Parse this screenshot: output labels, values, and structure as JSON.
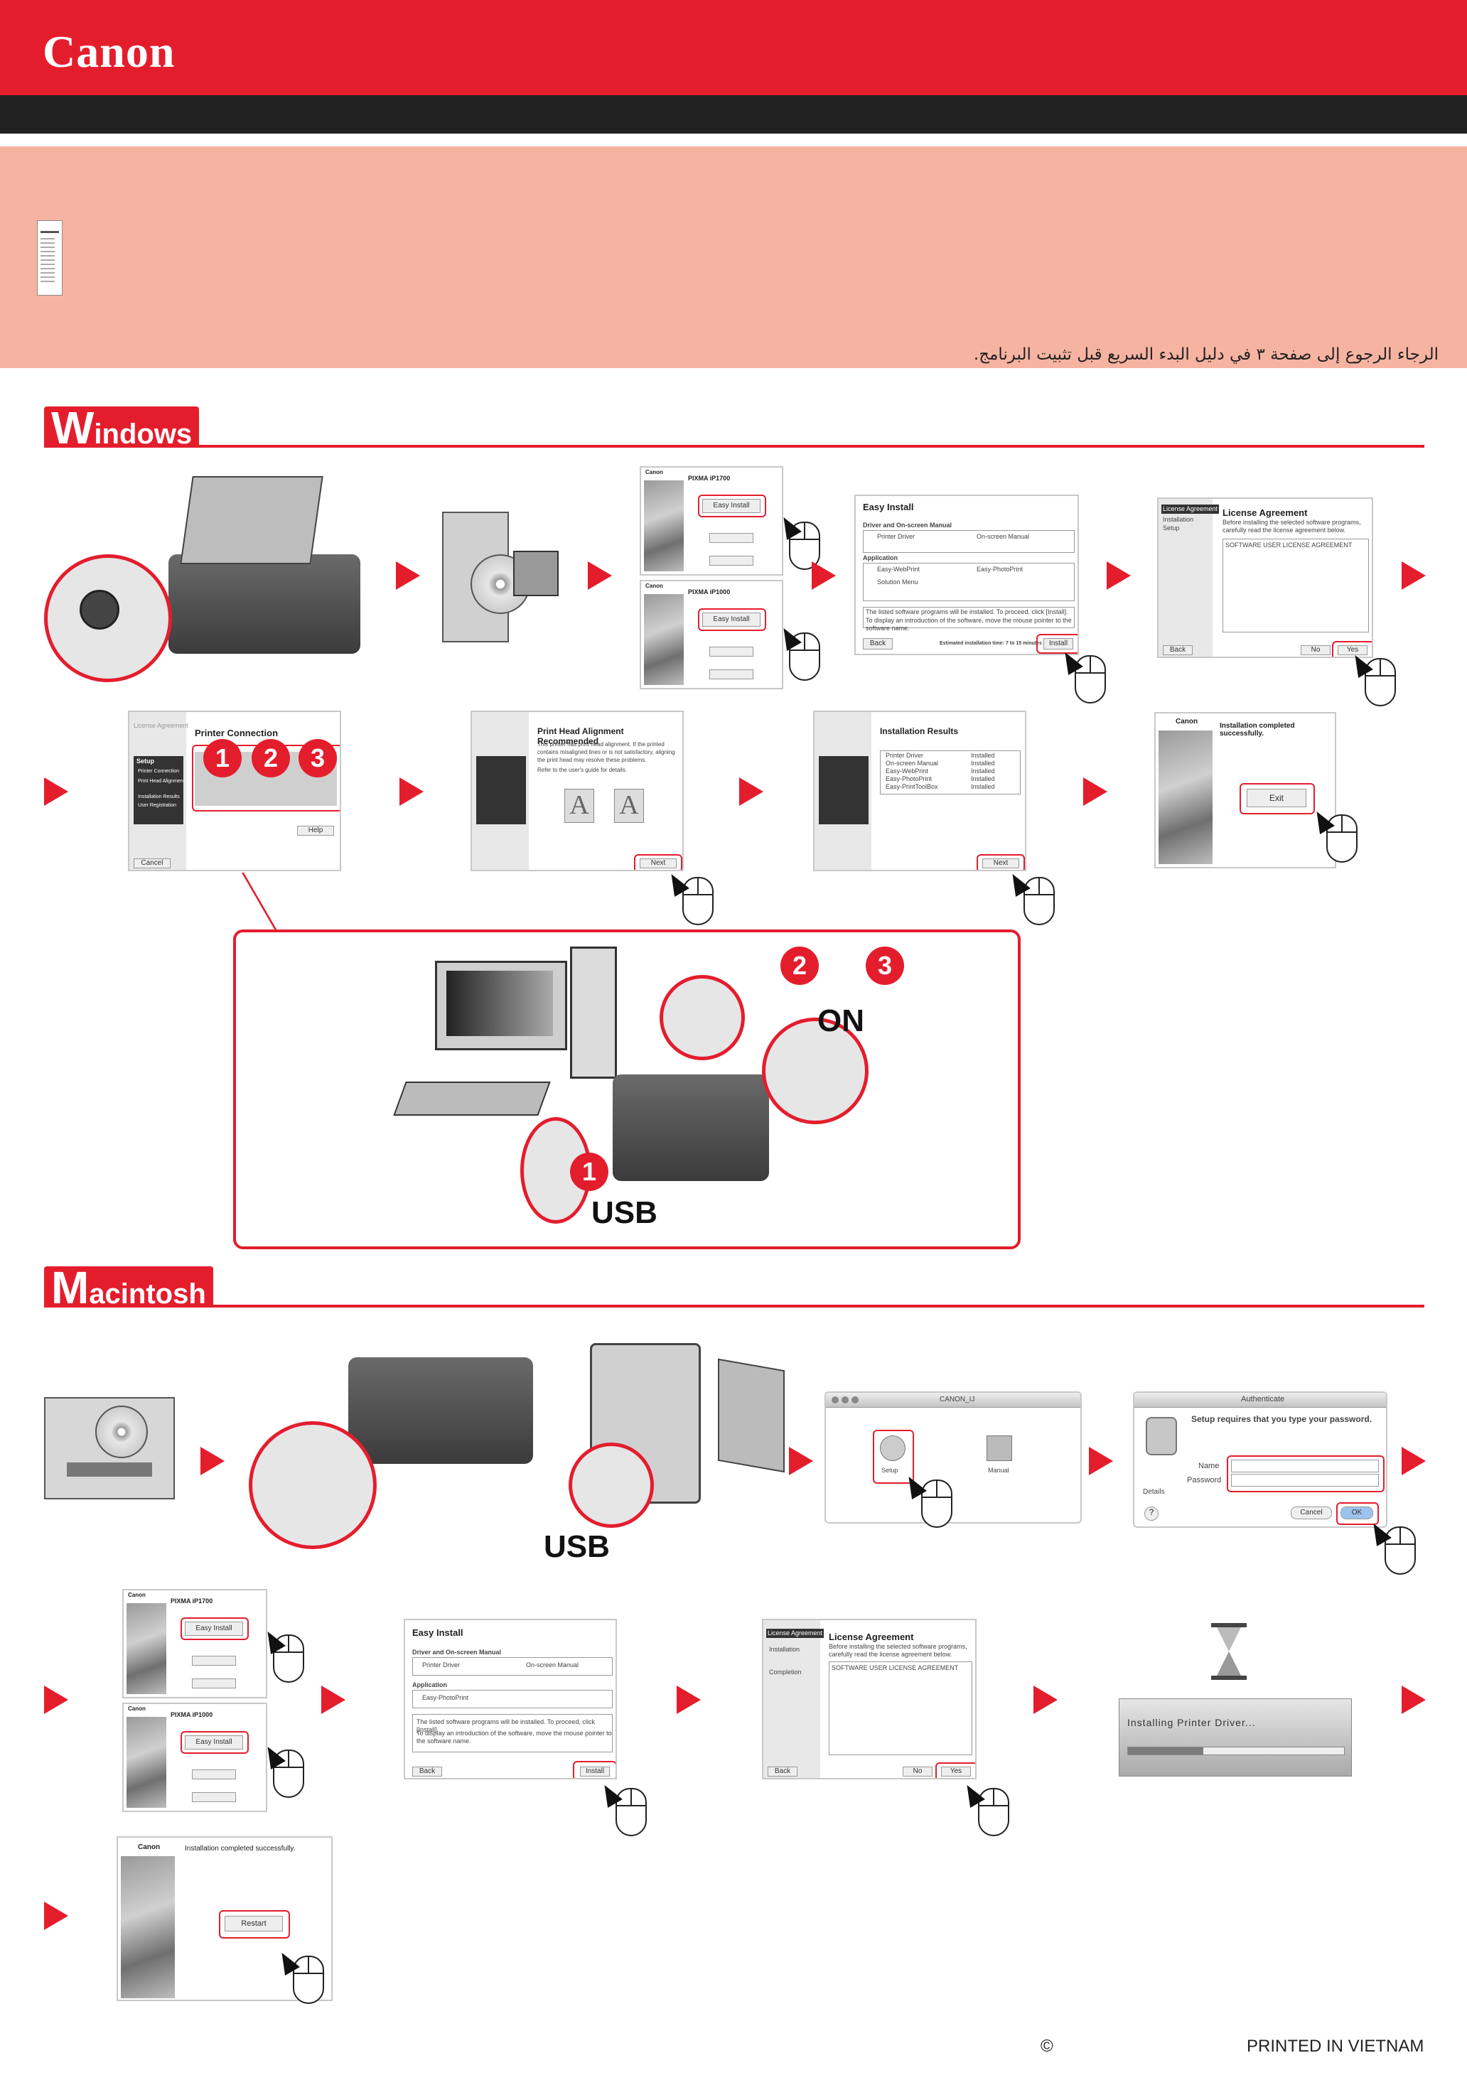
{
  "header": {
    "brand": "Canon",
    "arabic_note": "الرجاء الرجوع إلى صفحة ٣ في دليل البدء السريع قبل تثبيت البرنامج."
  },
  "sections": {
    "windows": {
      "cap": "W",
      "rest": "indows"
    },
    "macintosh": {
      "cap": "M",
      "rest": "acintosh"
    }
  },
  "windows_screens": {
    "setup1": {
      "brand": "Canon",
      "title": "PIXMA iP1700",
      "button": "Easy Install"
    },
    "setup2": {
      "brand": "Canon",
      "title": "PIXMA iP1000",
      "button": "Easy Install"
    },
    "easy_install": {
      "title": "Easy Install",
      "group1": "Driver and On-screen Manual",
      "group2": "Application",
      "items": [
        "Printer Driver",
        "On-screen Manual",
        "Easy-WebPrint",
        "Easy-PhotoPrint",
        "Solution Menu"
      ],
      "note1": "The listed software programs will be installed. To proceed, click [Install].",
      "note2": "To display an introduction of the software, move the mouse pointer to the software name.",
      "estimate": "Estimated installation time: 7 to 15 minutes",
      "back": "Back",
      "install": "Install"
    },
    "license": {
      "steps": [
        "License Agreement",
        "Installation",
        "Setup"
      ],
      "title": "License Agreement",
      "intro": "Before installing the selected software programs, carefully read the license agreement below.",
      "box_title": "SOFTWARE USER LICENSE AGREEMENT",
      "back": "Back",
      "no": "No",
      "yes": "Yes"
    },
    "printer_connection": {
      "title": "Printer Connection",
      "steps": [
        "License Agreement",
        "Setup",
        "Printer Connection",
        "Print Head Alignment Recommended",
        "Installation Results",
        "User Registration"
      ],
      "help": "Help",
      "cancel": "Cancel"
    },
    "alignment": {
      "title": "Print Head Alignment Recommended",
      "text": "This printer has print head alignment. If the printed contains misaligned lines or is not satisfactory, aligning the print head may resolve these problems.",
      "refer": "Refer to the user's guide for details.",
      "glyph": "A",
      "next": "Next"
    },
    "results": {
      "title": "Installation Results",
      "items": [
        "Printer Driver",
        "On-screen Manual",
        "Easy-WebPrint",
        "Easy-PhotoPrint",
        "Easy-PrintToolBox"
      ],
      "status": "Installed",
      "next": "Next"
    },
    "completed": {
      "brand": "Canon",
      "title": "Installation completed successfully.",
      "exit": "Exit"
    }
  },
  "connection": {
    "numbers": [
      "1",
      "2",
      "3"
    ],
    "on_label": "ON",
    "usb_label": "USB"
  },
  "mac_screens": {
    "finder": {
      "title": "CANON_IJ",
      "icons": [
        "Setup",
        "Manual"
      ]
    },
    "auth": {
      "title": "Authenticate",
      "message": "Setup requires that you type your password.",
      "name_label": "Name",
      "password_label": "Password",
      "details": "Details",
      "cancel": "Cancel",
      "ok": "OK",
      "help": "?"
    },
    "setup1": {
      "brand": "Canon",
      "title": "PIXMA iP1700",
      "button": "Easy Install"
    },
    "setup2": {
      "brand": "Canon",
      "title": "PIXMA iP1000",
      "button": "Easy Install"
    },
    "easy_install": {
      "title": "Easy Install",
      "group1": "Driver and On-screen Manual",
      "group2": "Application",
      "items": [
        "Printer Driver",
        "On-screen Manual",
        "Easy-PhotoPrint"
      ],
      "note1": "The listed software programs will be installed. To proceed, click [Install].",
      "note2": "To display an introduction of the software, move the mouse pointer to the software name.",
      "back": "Back",
      "install": "Install"
    },
    "license": {
      "steps": [
        "License Agreement",
        "Installation",
        "Completion"
      ],
      "title": "License Agreement",
      "intro": "Before installing the selected software programs, carefully read the license agreement below.",
      "box_title": "SOFTWARE USER LICENSE AGREEMENT",
      "back": "Back",
      "no": "No",
      "yes": "Yes"
    },
    "installing": {
      "text": "Installing Printer Driver...",
      "progress": 0.35
    },
    "completed": {
      "brand": "Canon",
      "title": "Installation completed successfully.",
      "restart": "Restart"
    }
  },
  "mac_connection": {
    "usb_label": "USB"
  },
  "footer": {
    "copyright": "©",
    "printed": "PRINTED IN VIETNAM"
  },
  "colors": {
    "accent": "#e41d2d",
    "header_black": "#222222",
    "pink": "#f7b3a1"
  }
}
